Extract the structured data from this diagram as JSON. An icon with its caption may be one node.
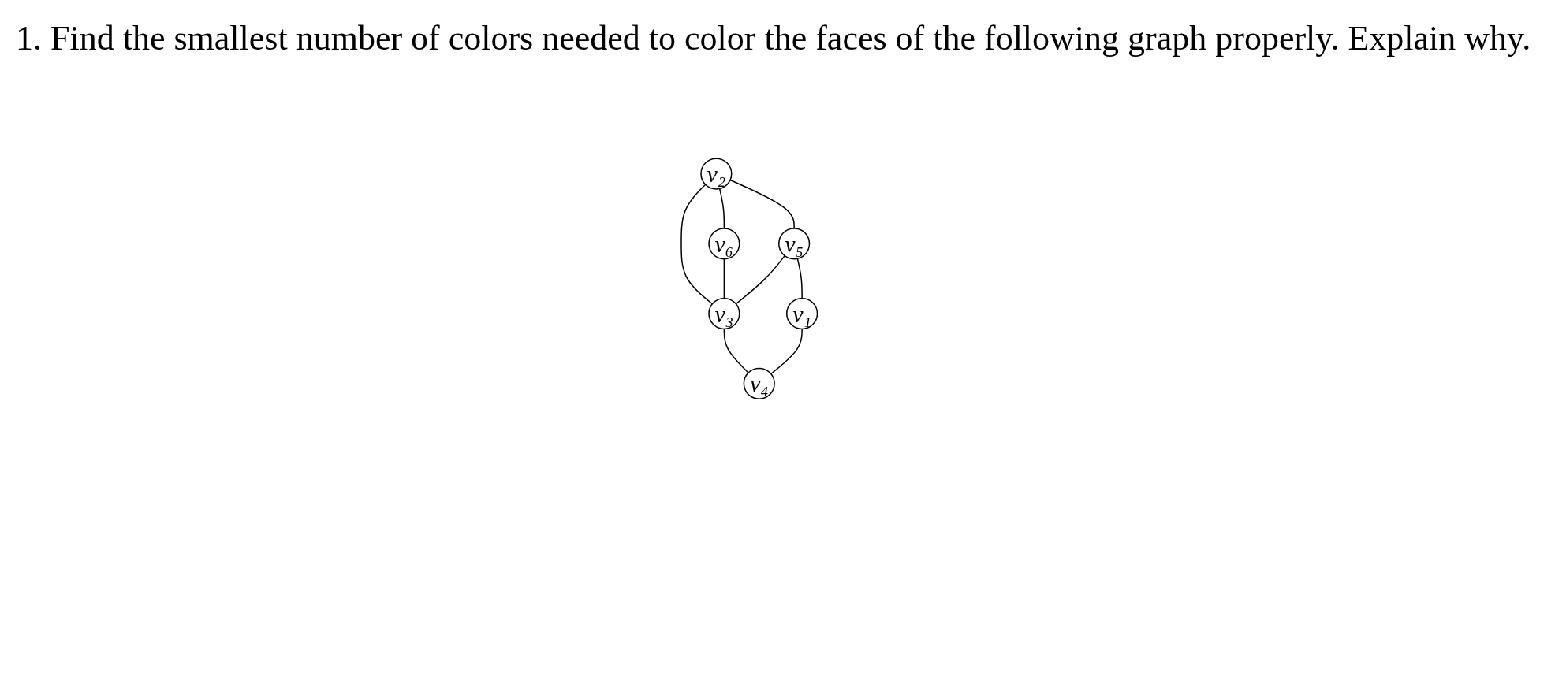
{
  "diagram": {
    "title": "1. Find the smallest number of colors needed to color the faces of the following graph properly. Explain why.",
    "nodes": [
      {
        "text": [
          "v₂"
        ]
      },
      {
        "text": [
          "v₆"
        ]
      },
      {
        "text": [
          "v₅"
        ]
      },
      {
        "text": [
          "v₃"
        ]
      },
      {
        "text": [
          "v₁"
        ]
      },
      {
        "text": [
          "v₄"
        ]
      }
    ],
    "edges": [
      {
        "from": 0,
        "to": 1,
        "arrow": "none"
      },
      {
        "from": 0,
        "to": 2,
        "arrow": "none"
      },
      {
        "from": 0,
        "to": 3,
        "arrow": "none"
      },
      {
        "from": 1,
        "to": 3,
        "arrow": "none"
      },
      {
        "from": 2,
        "to": 3,
        "arrow": "none"
      },
      {
        "from": 2,
        "to": 4,
        "arrow": "none"
      },
      {
        "from": 3,
        "to": 5,
        "arrow": "none"
      },
      {
        "from": 4,
        "to": 5,
        "arrow": "none"
      }
    ]
  }
}
